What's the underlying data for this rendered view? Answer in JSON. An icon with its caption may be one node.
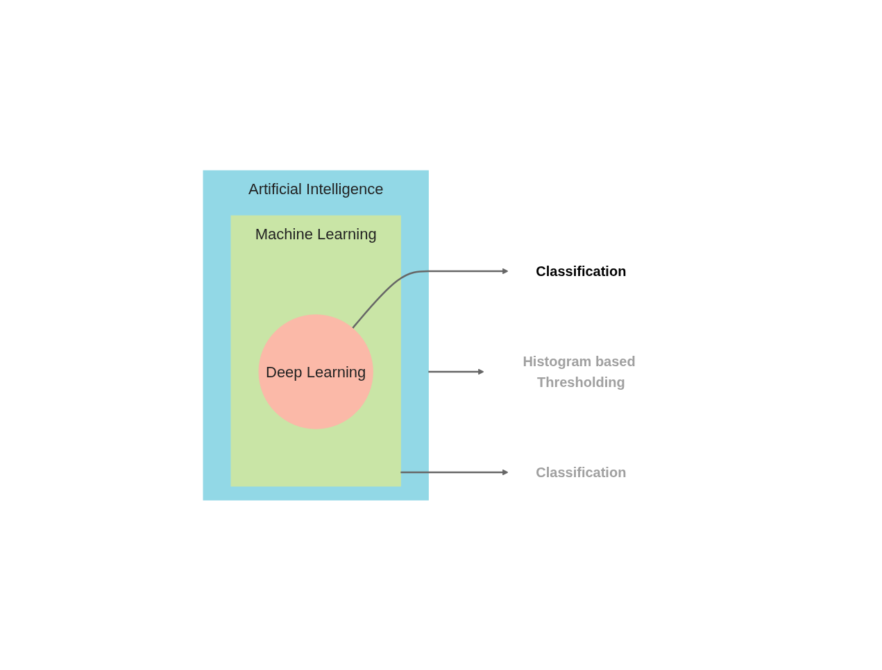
{
  "diagram": {
    "nodes": [
      {
        "text": [
          "Artificial Intelligence"
        ]
      },
      {
        "text": [
          "Machine Learning"
        ],
        "in": 0
      },
      {
        "text": [
          "Deep Learning"
        ],
        "in": 1
      },
      {
        "text": [
          "Histogram based Thresholding"
        ]
      },
      {
        "text": [
          "Classification"
        ]
      },
      {
        "text": [
          "Classification"
        ]
      }
    ],
    "edges": [
      {
        "from": 0,
        "to": 3,
        "arrow": "to"
      },
      {
        "from": 1,
        "to": 4,
        "arrow": "to"
      },
      {
        "from": 2,
        "to": 5,
        "arrow": "to"
      }
    ]
  }
}
